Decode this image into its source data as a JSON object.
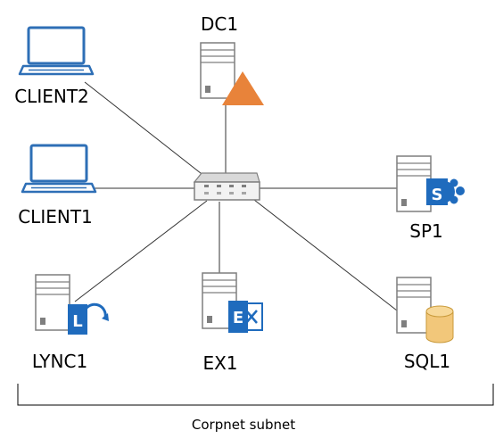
{
  "nodes": {
    "dc1": {
      "label": "DC1",
      "icon": "warning-triangle-icon"
    },
    "client2": {
      "label": "CLIENT2",
      "icon": "laptop-icon"
    },
    "client1": {
      "label": "CLIENT1",
      "icon": "laptop-icon"
    },
    "sp1": {
      "label": "SP1",
      "icon": "sharepoint-icon"
    },
    "lync1": {
      "label": "LYNC1",
      "icon": "lync-icon"
    },
    "ex1": {
      "label": "EX1",
      "icon": "exchange-icon"
    },
    "sql1": {
      "label": "SQL1",
      "icon": "database-icon"
    },
    "hub": {
      "icon": "network-switch-icon"
    }
  },
  "subnet": {
    "label": "Corpnet subnet"
  },
  "colors": {
    "laptop": "#2e6fb6",
    "server_line": "#7f7f7f",
    "triangle": "#e8833a",
    "office_blue": "#1f6bbd",
    "database": "#f2c77a"
  }
}
